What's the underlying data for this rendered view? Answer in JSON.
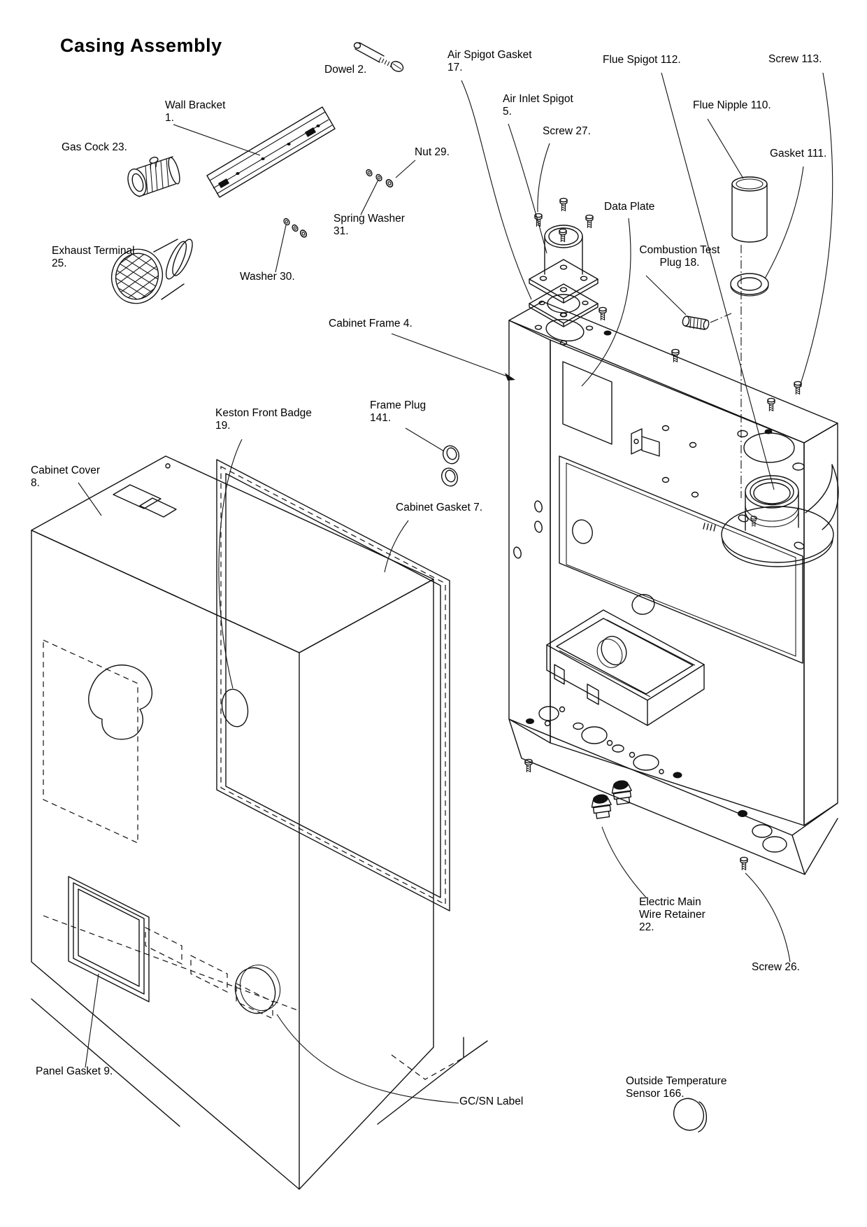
{
  "title": "Casing Assembly",
  "labels": {
    "dowel": "Dowel 2.",
    "wall_bracket": "Wall Bracket\n1.",
    "gas_cock": "Gas Cock 23.",
    "exhaust_terminal": "Exhaust Terminal\n25.",
    "nut": "Nut 29.",
    "spring_washer": "Spring Washer\n31.",
    "washer": "Washer 30.",
    "air_spigot_gasket": "Air Spigot Gasket\n17.",
    "air_inlet_spigot": "Air Inlet Spigot\n5.",
    "screw_27": "Screw 27.",
    "flue_spigot": "Flue Spigot 112.",
    "screw_113": "Screw 113.",
    "flue_nipple": "Flue Nipple 110.",
    "gasket_111": "Gasket 111.",
    "data_plate": "Data Plate",
    "combustion_test_plug": "Combustion Test\nPlug 18.",
    "cabinet_frame": "Cabinet Frame 4.",
    "keston_front_badge": "Keston Front Badge\n19.",
    "frame_plug": "Frame Plug\n141.",
    "cabinet_cover": "Cabinet Cover\n8.",
    "cabinet_gasket": "Cabinet Gasket 7.",
    "panel_gasket": "Panel Gasket 9.",
    "gcsn_label": "GC/SN Label",
    "electric_main_wire_retainer": "Electric Main\nWire Retainer\n22.",
    "screw_26": "Screw 26.",
    "outside_temperature_sensor": "Outside Temperature\nSensor 166."
  },
  "colors": {
    "line": "#111111",
    "background": "#ffffff"
  }
}
